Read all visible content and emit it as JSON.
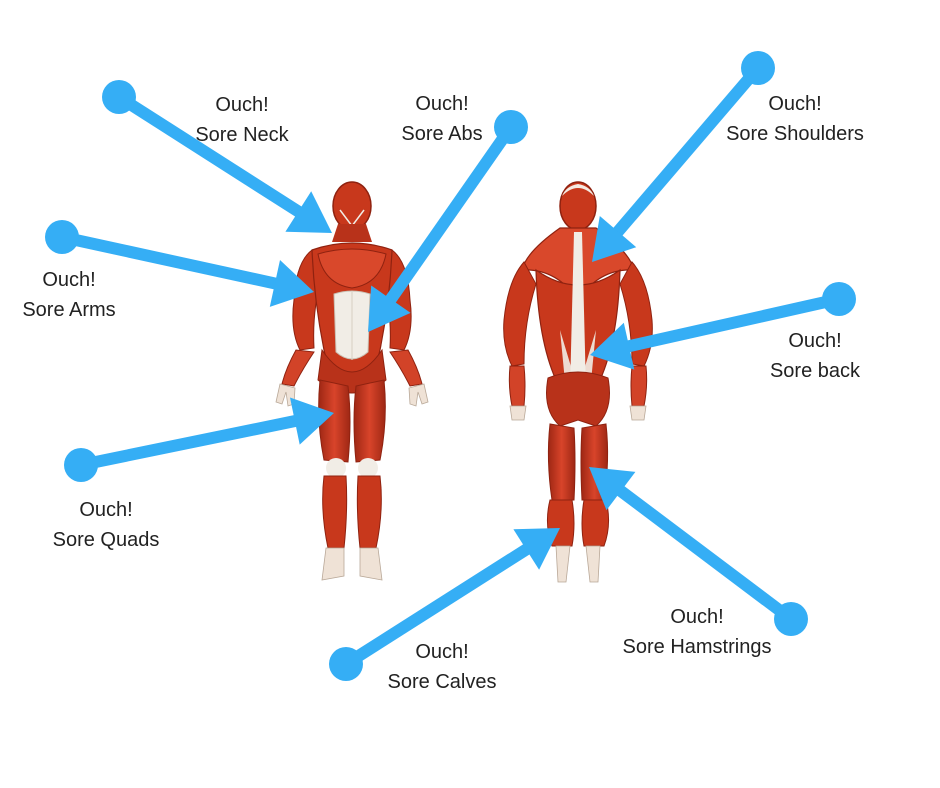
{
  "colors": {
    "arrow": "#35aef5",
    "muscle": "#c8381c",
    "muscle_dark": "#8f2210",
    "tendon": "#f1ede6",
    "text": "#222222"
  },
  "figures": [
    {
      "name": "anterior-figure",
      "view": "front"
    },
    {
      "name": "posterior-figure",
      "view": "back"
    }
  ],
  "annotations": [
    {
      "id": "neck",
      "line1": "Ouch!",
      "line2": "Sore Neck"
    },
    {
      "id": "abs",
      "line1": "Ouch!",
      "line2": "Sore Abs"
    },
    {
      "id": "shoulders",
      "line1": "Ouch!",
      "line2": "Sore Shoulders"
    },
    {
      "id": "arms",
      "line1": "Ouch!",
      "line2": "Sore Arms"
    },
    {
      "id": "back",
      "line1": "Ouch!",
      "line2": "Sore back"
    },
    {
      "id": "quads",
      "line1": "Ouch!",
      "line2": "Sore Quads"
    },
    {
      "id": "hamstrings",
      "line1": "Ouch!",
      "line2": "Sore Hamstrings"
    },
    {
      "id": "calves",
      "line1": "Ouch!",
      "line2": "Sore Calves"
    }
  ]
}
